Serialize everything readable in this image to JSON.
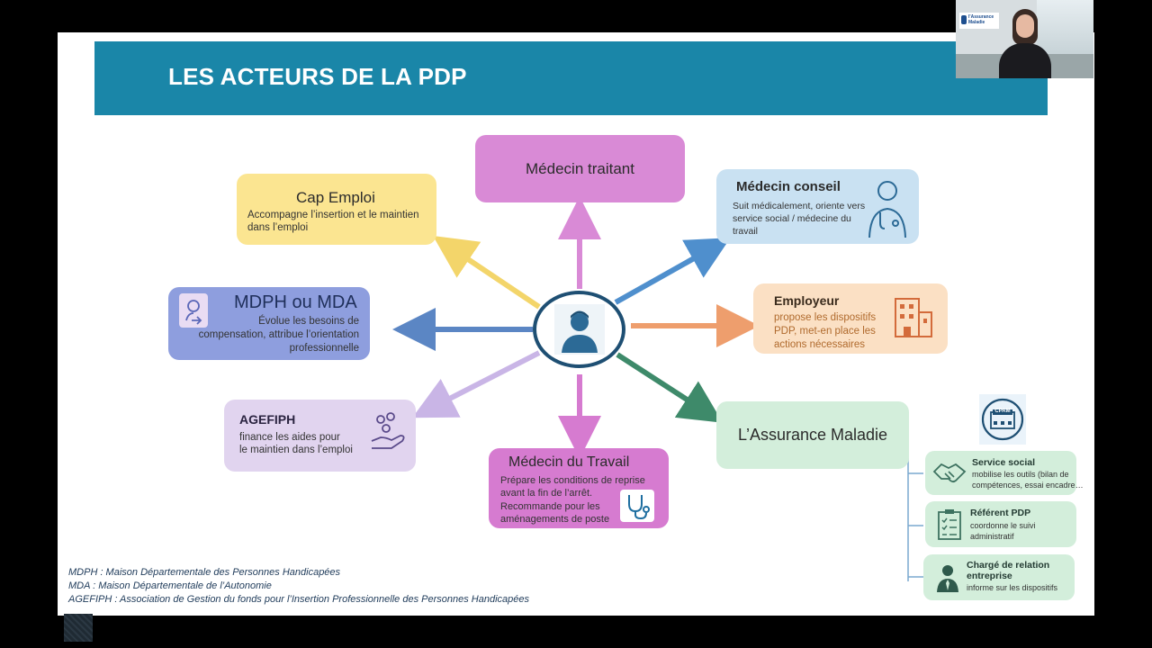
{
  "slide": {
    "title": "LES ACTEURS DE LA PDP"
  },
  "center": {
    "icon": "person-icon"
  },
  "actors": {
    "medecin_traitant": {
      "title": "Médecin traitant"
    },
    "cap_emploi": {
      "title": "Cap Emploi",
      "desc1": "Accompagne l’insertion et le maintien",
      "desc2": "dans l’emploi"
    },
    "medecin_conseil": {
      "title": "Médecin conseil",
      "desc1": "Suit médicalement, oriente vers",
      "desc2": "service social / médecine du",
      "desc3": "travail",
      "icon": "doctor-icon"
    },
    "mdph": {
      "title": "MDPH ou MDA",
      "desc1": "Évolue les besoins de",
      "desc2": "compensation, attribue l’orientation",
      "desc3": "professionnelle",
      "icon": "person-arrow-icon"
    },
    "employeur": {
      "title": "Employeur",
      "desc1": "propose les dispositifs",
      "desc2": "PDP, met-en place les",
      "desc3": "actions nécessaires",
      "icon": "building-icon"
    },
    "agefiph": {
      "title": "AGEFIPH",
      "desc1": "finance les aides pour",
      "desc2": "le maintien dans l’emploi",
      "icon": "hand-coins-icon"
    },
    "medecin_travail": {
      "title": "Médecin du Travail",
      "desc1": "Prépare les conditions de reprise",
      "desc2": "avant la fin de l’arrêt.",
      "desc3": "Recommande pour les",
      "desc4": "aménagements de poste",
      "icon": "stethoscope-icon"
    },
    "assurance_maladie": {
      "title": "L’Assurance Maladie"
    }
  },
  "cpam": {
    "label": "CPAM",
    "icon": "cpam-building-icon"
  },
  "sub_services": [
    {
      "title": "Service social",
      "desc1": "mobilise les outils (bilan de",
      "desc2": "compétences, essai encadre…",
      "icon": "handshake-icon"
    },
    {
      "title": "Référent PDP",
      "desc1": "coordonne le suivi",
      "desc2": "administratif",
      "icon": "checklist-icon"
    },
    {
      "title": "Chargé de relation",
      "title2": "entreprise",
      "desc1": "informe sur les dispositifs",
      "icon": "businessman-icon"
    }
  ],
  "footnotes": [
    "MDPH : Maison Départementale des Personnes Handicapées",
    "MDA : Maison Départementale de l’Autonomie",
    "AGEFIPH : Association de Gestion du fonds pour l’Insertion Professionnelle des Personnes Handicapées"
  ],
  "webcam": {
    "logo_line1": "l'Assurance",
    "logo_line2": "Maladie"
  },
  "colors": {
    "banner": "#1a86a8",
    "pink": "#d98ad6",
    "yellow": "#fbe591",
    "blue": "#c9e1f2",
    "purple": "#8e9ede",
    "orange": "#fbe0c4",
    "lilac": "#e1d4ef",
    "magenta": "#d67bd0",
    "green": "#d3eedb"
  }
}
